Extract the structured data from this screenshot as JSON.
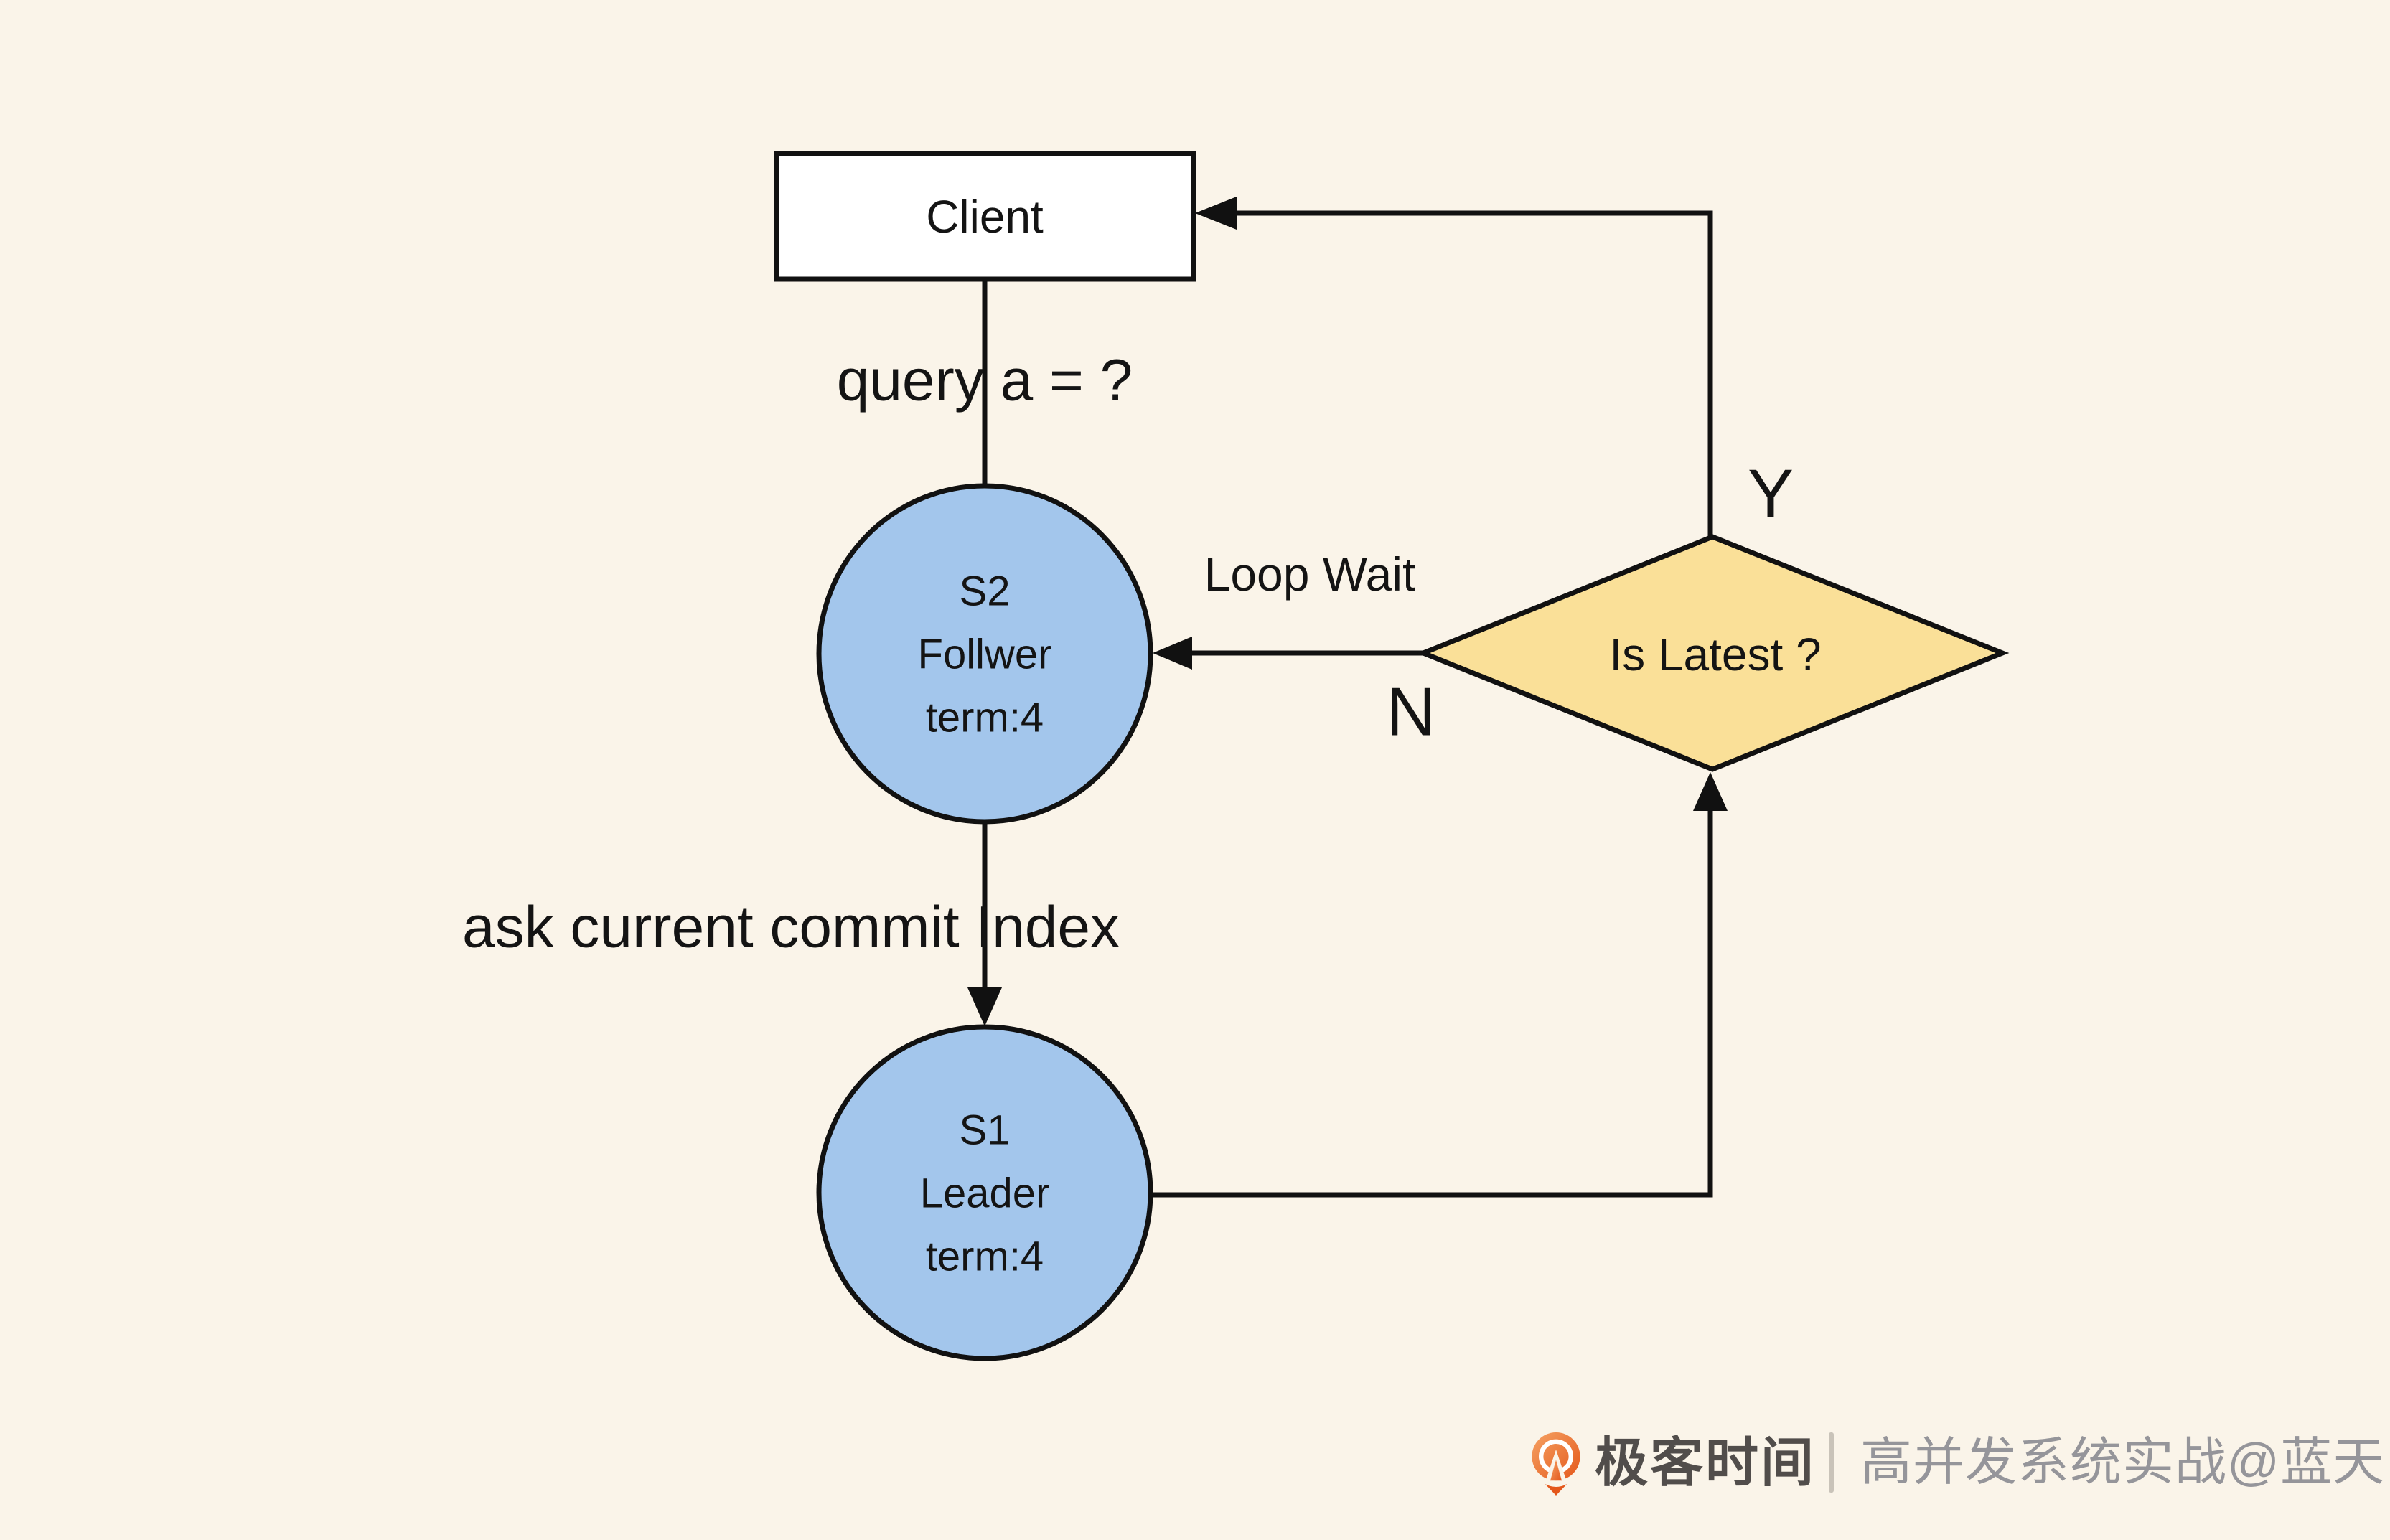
{
  "colors": {
    "background": "#faf4e9",
    "stroke": "#111111",
    "client_fill": "#ffffff",
    "server_fill": "#a3c6ec",
    "decision_fill": "#fae098",
    "logo_orange_light": "#f59d5c",
    "logo_orange_dark": "#e4571b",
    "brand_text": "#514d4b",
    "credit_text": "#95959a",
    "separator": "#c9c3b9"
  },
  "nodes": {
    "client": {
      "label": "Client",
      "fill": "#ffffff"
    },
    "s2": {
      "lines": [
        "S2",
        "Follwer",
        "term:4"
      ],
      "fill": "#a3c6ec"
    },
    "s1": {
      "lines": [
        "S1",
        "Leader",
        "term:4"
      ],
      "fill": "#a3c6ec"
    },
    "decision": {
      "label": "Is Latest ?",
      "fill": "#fae098"
    }
  },
  "edge_labels": {
    "query": "query a = ?",
    "ask": "ask current commit Index",
    "loop_wait": "Loop Wait",
    "yes": "Y",
    "no": "N"
  },
  "footer": {
    "brand": "极客时间",
    "credit": "高并发系统实战@蓝天"
  }
}
